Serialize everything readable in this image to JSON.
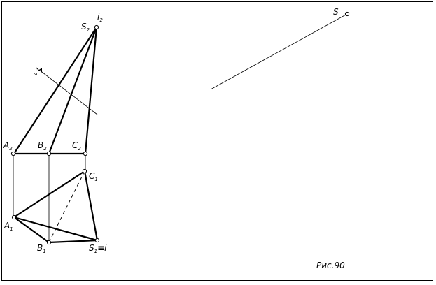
{
  "diagram": {
    "caption": "Рис.90",
    "labels": {
      "S2": {
        "main": "S",
        "sub": "2"
      },
      "i2": {
        "main": "i",
        "sub": "2"
      },
      "Sigma2": {
        "main": "Σ",
        "sub": "2"
      },
      "A2": {
        "main": "A",
        "sub": "2"
      },
      "B2": {
        "main": "B",
        "sub": "2"
      },
      "C2": {
        "main": "C",
        "sub": "2"
      },
      "C1": {
        "main": "C",
        "sub": "1"
      },
      "A1": {
        "main": "A",
        "sub": "1"
      },
      "B1": {
        "main": "B",
        "sub": "1"
      },
      "S1": {
        "main": "S",
        "sub": "1",
        "suffix": "≡i"
      },
      "S": {
        "main": "S",
        "sub": ""
      }
    },
    "colors": {
      "ink": "#000000",
      "paper": "#ffffff"
    }
  }
}
